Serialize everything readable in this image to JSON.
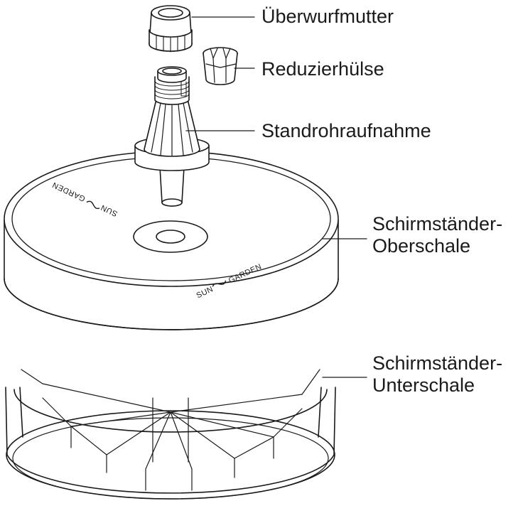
{
  "labels": {
    "ueberwurfmutter": "Überwurfmutter",
    "reduzierhuelse": "Reduzierhülse",
    "standrohraufnahme": "Standrohraufnahme",
    "oberschale_line1": "Schirmständer-",
    "oberschale_line2": "Oberschale",
    "unterschale_line1": "Schirmständer-",
    "unterschale_line2": "Unterschale"
  },
  "logo": {
    "word_left": "SUN",
    "word_right": "GARDEN"
  },
  "colors": {
    "stroke": "#1a1a1a",
    "fill": "#ffffff"
  }
}
